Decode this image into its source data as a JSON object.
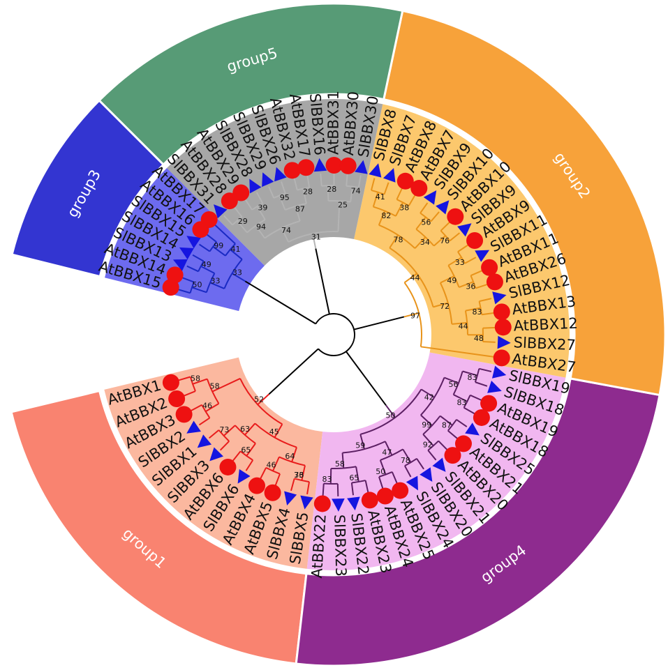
{
  "groups": [
    {
      "name": "group1",
      "color": "#f98370",
      "light": "#fbb89f",
      "branch": "#e81c1c",
      "leaves": [
        "SlBBX5",
        "SlBBX4",
        "AtBBX5",
        "AtBBX4",
        "SlBBX6",
        "AtBBX6",
        "SlBBX3",
        "SlBBX1",
        "SlBBX2",
        "AtBBX3",
        "AtBBX2",
        "AtBBX1"
      ]
    },
    {
      "name": "group4",
      "color": "#8e2b8f",
      "light": "#f1b7f0",
      "branch": "#5c1f63",
      "leaves": [
        "SlBBX19",
        "SlBBX18",
        "AtBBX19",
        "AtBBX18",
        "SlBBX25",
        "AtBBX21",
        "AtBBX20",
        "SlBBX21",
        "SlBBX20",
        "SlBBX24",
        "AtBBX25",
        "AtBBX24",
        "AtBBX23",
        "SlBBX22",
        "SlBBX23",
        "AtBBX22"
      ]
    },
    {
      "name": "group2",
      "color": "#f7a23a",
      "light": "#fcc86d",
      "branch": "#e8931a",
      "leaves": [
        "SlBBX8",
        "SlBBX7",
        "AtBBX8",
        "AtBBX7",
        "SlBBX9",
        "SlBBX10",
        "AtBBX10",
        "SlBBX9",
        "AtBBX9",
        "SlBBX11",
        "AtBBX11",
        "AtBBX26",
        "SlBBX12",
        "AtBBX13",
        "AtBBX12",
        "SlBBX27",
        "AtBBX27"
      ]
    },
    {
      "name": "group5",
      "color": "#579b76",
      "light": "#a7a7a7",
      "branch": "#b4b4b4",
      "leaves": [
        "SlBBX31",
        "AtBBX28",
        "AtBBX29",
        "SlBBX28",
        "SlBBX29",
        "SlBBX26",
        "AtBBX32",
        "AtBBX17",
        "SlBBX16",
        "AtBBX31",
        "AtBBX30",
        "SlBBX30"
      ]
    },
    {
      "name": "group3",
      "color": "#3335d1",
      "light": "#6d6bef",
      "branch": "#1a2ac4",
      "leaves": [
        "AtBBX15",
        "AtBBX14",
        "SlBBX13",
        "SlBBX14",
        "SlBBX15",
        "AtBBX16",
        "AtBBX17"
      ]
    }
  ],
  "bootstrap": [
    "73",
    "46",
    "65",
    "73",
    "46",
    "58",
    "64",
    "63",
    "58",
    "45",
    "52",
    "83",
    "83",
    "87",
    "92",
    "78",
    "50",
    "65",
    "83",
    "56",
    "99",
    "47",
    "58",
    "42",
    "59",
    "50",
    "41",
    "38",
    "56",
    "76",
    "33",
    "36",
    "83",
    "48",
    "82",
    "34",
    "49",
    "44",
    "78",
    "72",
    "44",
    "97",
    "29",
    "39",
    "95",
    "28",
    "28",
    "74",
    "94",
    "87",
    "25",
    "74",
    "31",
    "50",
    "49",
    "99",
    "33",
    "41",
    "33",
    "36"
  ],
  "colors": {
    "at_marker": "#ee1111",
    "sl_marker": "#1515e0",
    "root_branch": "#000000"
  }
}
